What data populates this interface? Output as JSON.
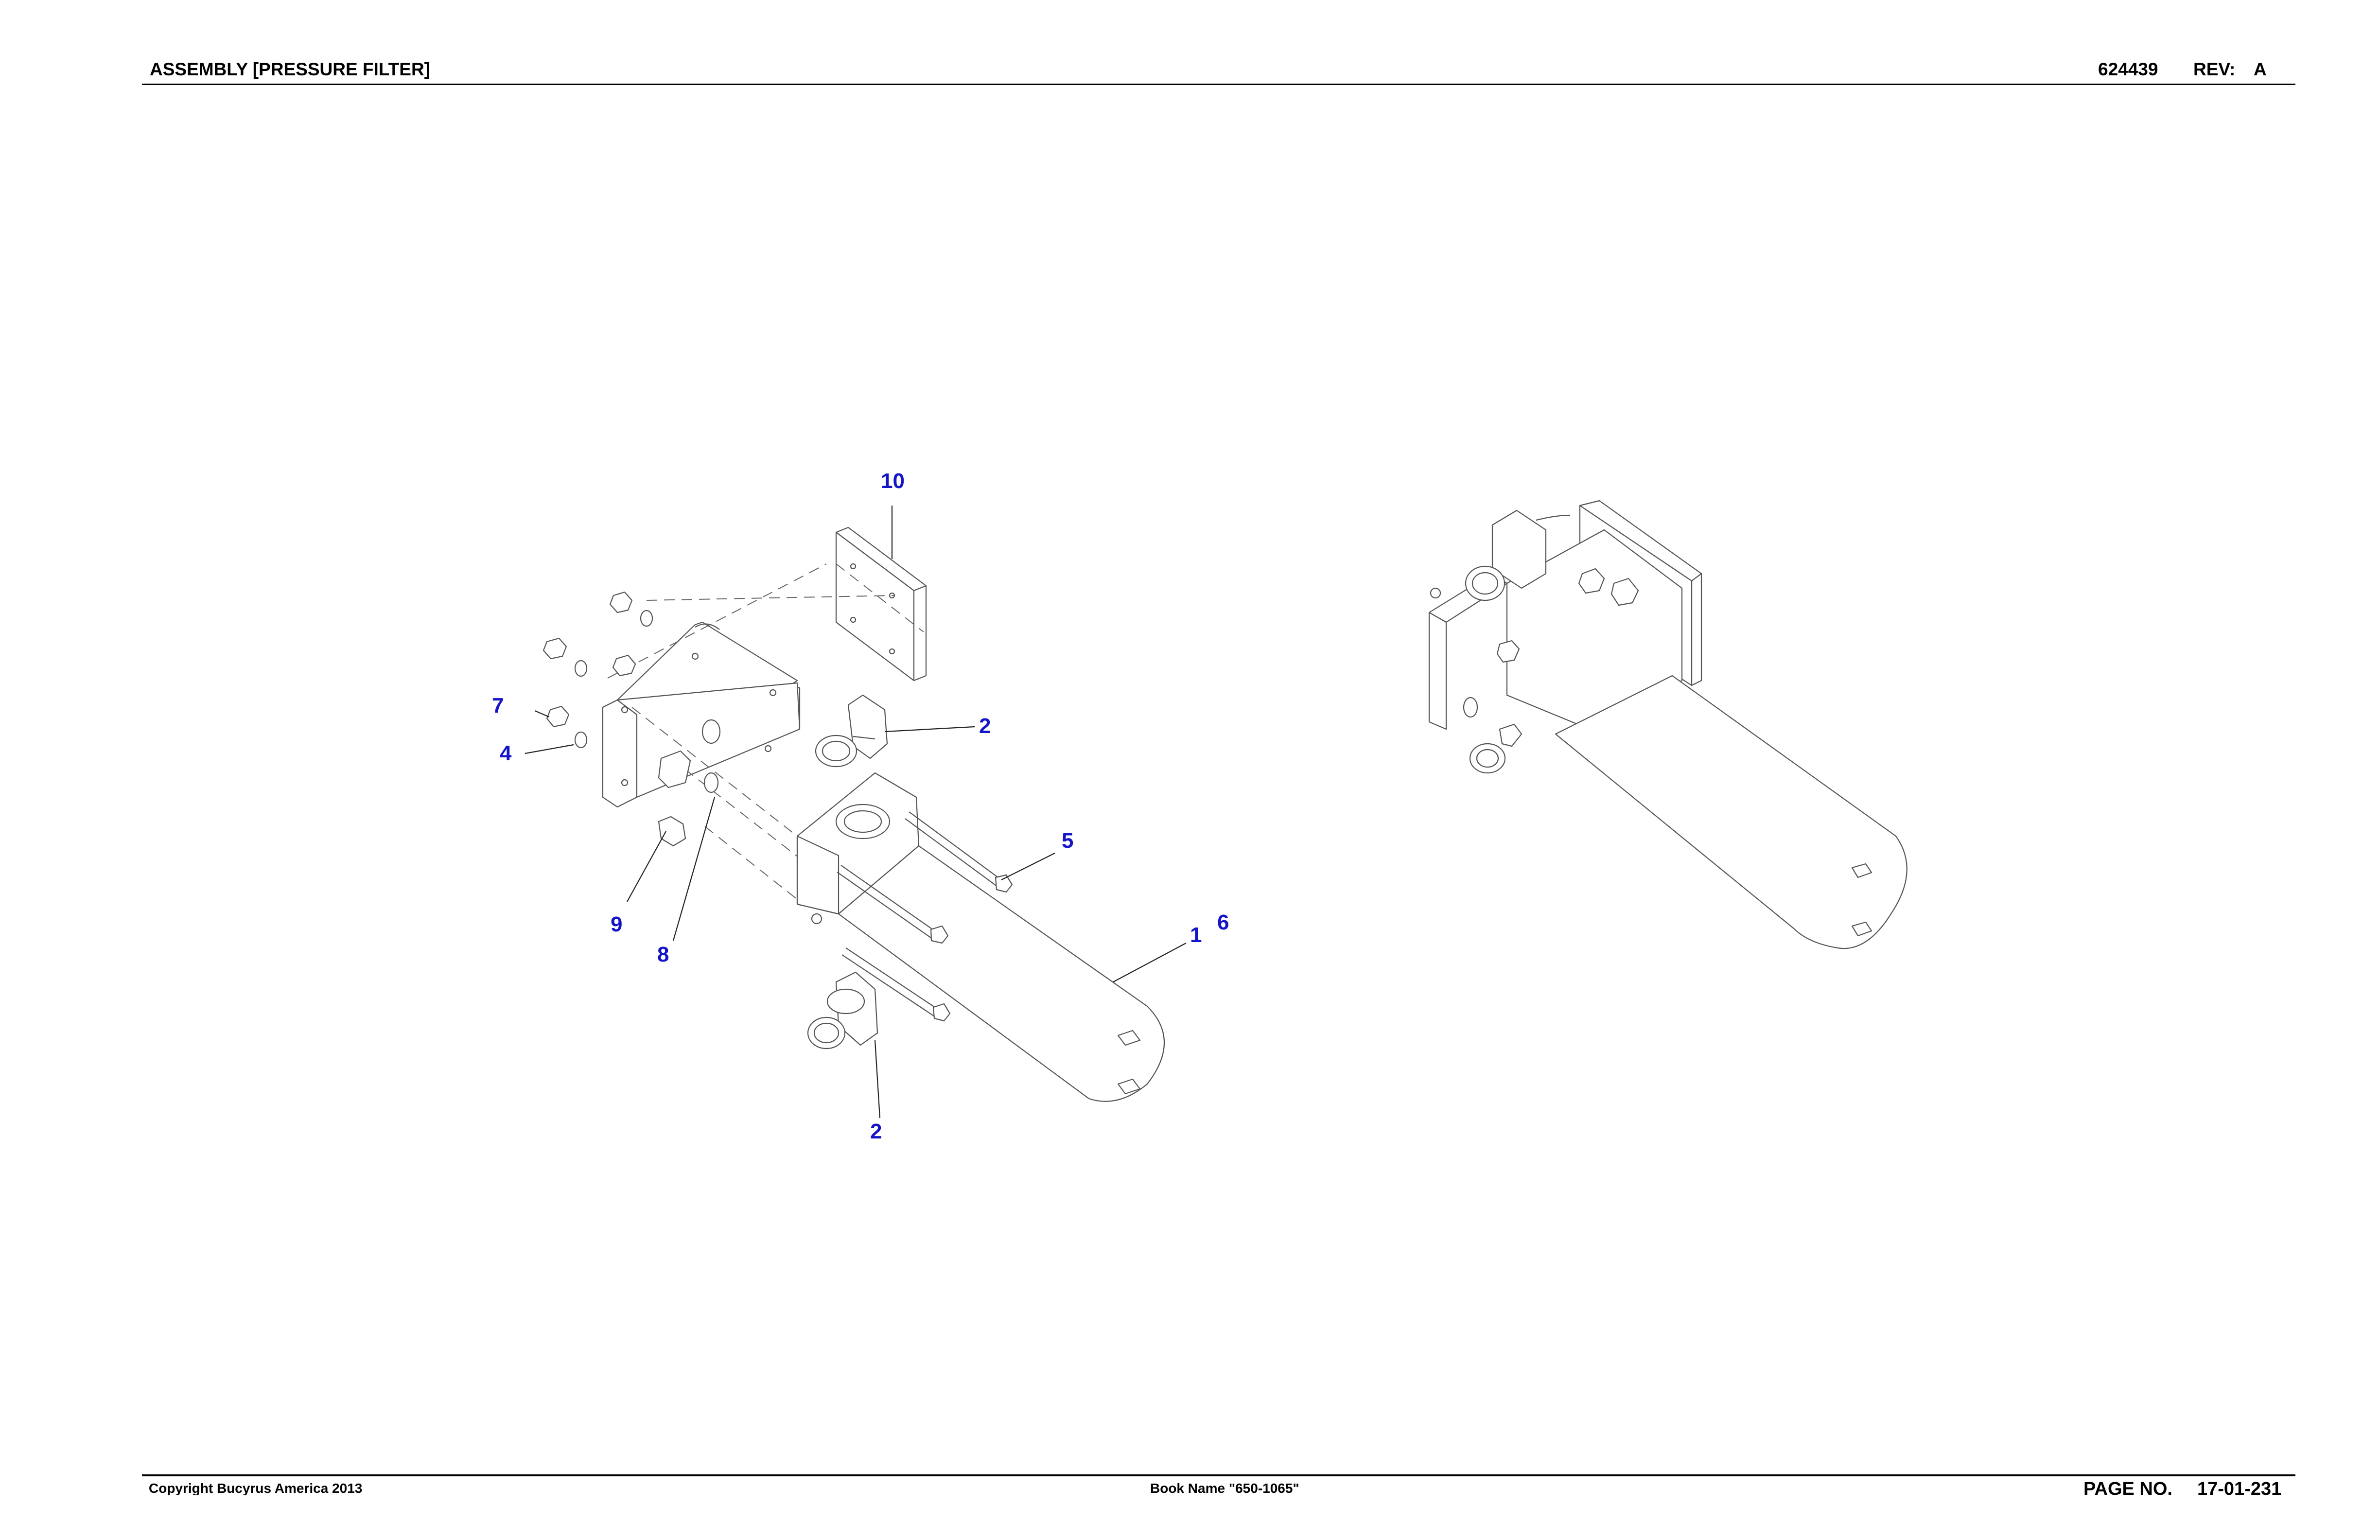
{
  "header": {
    "title": "ASSEMBLY [PRESSURE FILTER]",
    "part_number": "624439",
    "rev_label": "REV:",
    "rev_value": "A"
  },
  "footer": {
    "copyright": "Copyright Bucyrus America 2013",
    "book_name": "Book Name \"650-1065\"",
    "page_label": "PAGE NO.",
    "page_number": "17-01-231"
  },
  "callouts": {
    "c10": "10",
    "c2_top": "2",
    "c7": "7",
    "c4": "4",
    "c5": "5",
    "c1": "1",
    "c6": "6",
    "c9": "9",
    "c8": "8",
    "c2_bottom": "2"
  },
  "colors": {
    "callout": "#1414c8",
    "linework": "#555555"
  }
}
